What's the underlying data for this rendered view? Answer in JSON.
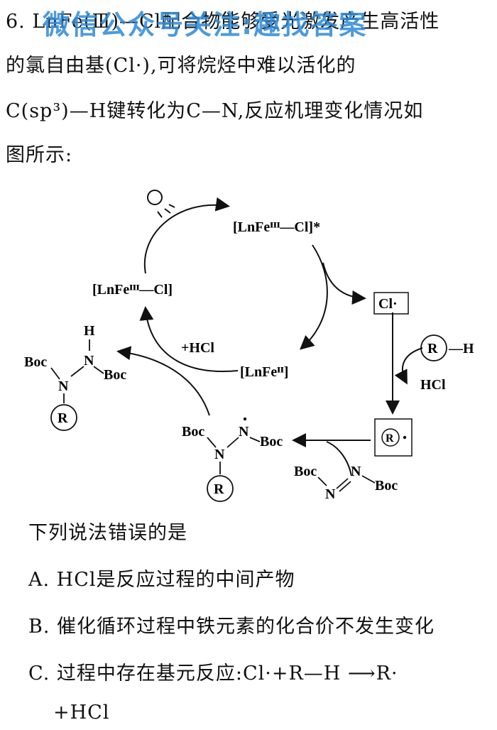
{
  "question": {
    "line1": "6. LnFe(Ⅲ)—Cl配合物能够受光激发产生高活性",
    "line2": "的氯自由基(Cl·),可将烷烃中难以活化的",
    "line3": "C(sp³)—H键转化为C—N,反应机理变化情况如",
    "line4": "图所示:"
  },
  "watermark": "微信公众号关注:趣找答案",
  "diagram": {
    "excited": "[LnFeᴵᴵᴵ—Cl]*",
    "ground": "[LnFeᴵᴵᴵ—Cl]",
    "fe2": "[LnFeᴵᴵ]",
    "plus_hcl": "+HCl",
    "cl_radical": "Cl·",
    "rh_R": "R",
    "rh_H": "—H",
    "hcl": "HCl",
    "r_radical": "R",
    "boc": "Boc",
    "N": "N",
    "H": "H",
    "R": "R"
  },
  "prompt": "下列说法错误的是",
  "options": {
    "A": "A. HCl是反应过程的中间产物",
    "B": "B. 催化循环过程中铁元素的化合价不发生变化",
    "C1": "C. 过程中存在基元反应:Cl·+R—H ⟶R·",
    "C2": "+HCl"
  }
}
